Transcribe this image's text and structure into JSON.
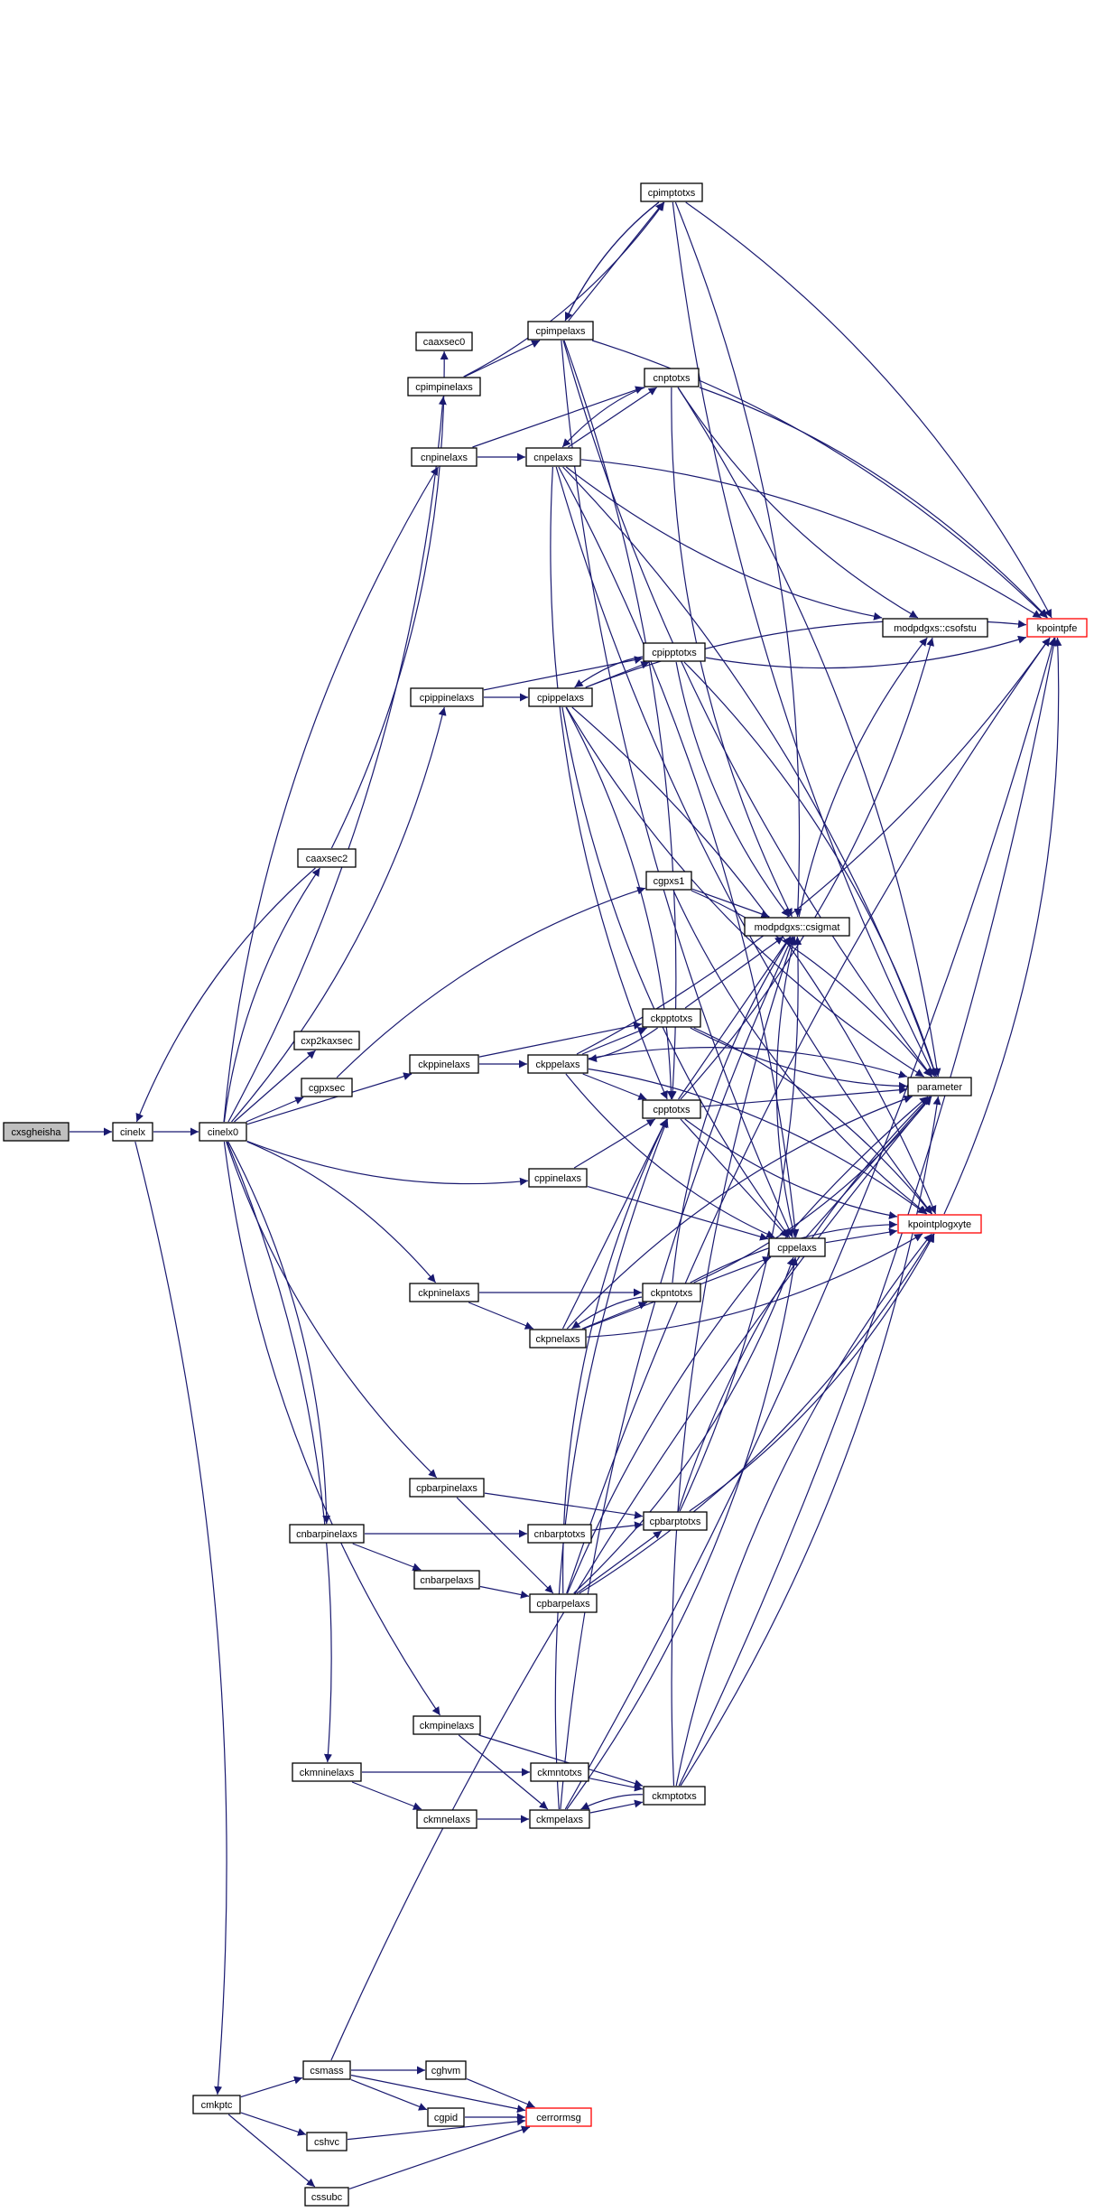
{
  "colors": {
    "edge": "#191970",
    "highlight_fill": "#bfbfbf",
    "red_border": "#ff0000"
  },
  "nodes": [
    {
      "id": "cxsgheisha",
      "label": "cxsgheisha",
      "style": "highlight"
    },
    {
      "id": "cinelx",
      "label": "cinelx"
    },
    {
      "id": "cinelx0",
      "label": "cinelx0"
    },
    {
      "id": "cmkptc",
      "label": "cmkptc"
    },
    {
      "id": "caaxsec2",
      "label": "caaxsec2"
    },
    {
      "id": "caaxsec0",
      "label": "caaxsec0"
    },
    {
      "id": "cpimpinelaxs",
      "label": "cpimpinelaxs"
    },
    {
      "id": "cpimpelaxs",
      "label": "cpimpelaxs"
    },
    {
      "id": "cpimptotxs",
      "label": "cpimptotxs"
    },
    {
      "id": "cnpinelaxs",
      "label": "cnpinelaxs"
    },
    {
      "id": "cnpelaxs",
      "label": "cnpelaxs"
    },
    {
      "id": "cnptotxs",
      "label": "cnptotxs"
    },
    {
      "id": "cpippinelaxs",
      "label": "cpippinelaxs"
    },
    {
      "id": "cpippelaxs",
      "label": "cpippelaxs"
    },
    {
      "id": "cpipptotxs",
      "label": "cpipptotxs"
    },
    {
      "id": "csofstu",
      "label": "modpdgxs::csofstu"
    },
    {
      "id": "kpointpfe",
      "label": "kpointpfe",
      "style": "red"
    },
    {
      "id": "cgpxs1",
      "label": "cgpxs1"
    },
    {
      "id": "csigmat",
      "label": "modpdgxs::csigmat"
    },
    {
      "id": "cxp2kaxsec",
      "label": "cxp2kaxsec"
    },
    {
      "id": "cgpxsec",
      "label": "cgpxsec"
    },
    {
      "id": "ckppinelaxs",
      "label": "ckppinelaxs"
    },
    {
      "id": "ckppelaxs",
      "label": "ckppelaxs"
    },
    {
      "id": "ckpptotxs",
      "label": "ckpptotxs"
    },
    {
      "id": "cpptotxs",
      "label": "cpptotxs"
    },
    {
      "id": "parameter",
      "label": "parameter"
    },
    {
      "id": "cppinelaxs",
      "label": "cppinelaxs"
    },
    {
      "id": "cppelaxs",
      "label": "cppelaxs"
    },
    {
      "id": "kpointplogxyte",
      "label": "kpointplogxyte",
      "style": "red"
    },
    {
      "id": "ckpninelaxs",
      "label": "ckpninelaxs"
    },
    {
      "id": "ckpnelaxs",
      "label": "ckpnelaxs"
    },
    {
      "id": "ckpntotxs",
      "label": "ckpntotxs"
    },
    {
      "id": "cpbarpinelaxs",
      "label": "cpbarpinelaxs"
    },
    {
      "id": "cnbarpinelaxs",
      "label": "cnbarpinelaxs"
    },
    {
      "id": "cnbarptotxs",
      "label": "cnbarptotxs"
    },
    {
      "id": "cpbarptotxs",
      "label": "cpbarptotxs"
    },
    {
      "id": "cnbarpelaxs",
      "label": "cnbarpelaxs"
    },
    {
      "id": "cpbarpelaxs",
      "label": "cpbarpelaxs"
    },
    {
      "id": "ckmpinelaxs",
      "label": "ckmpinelaxs"
    },
    {
      "id": "ckmninelaxs",
      "label": "ckmninelaxs"
    },
    {
      "id": "ckmntotxs",
      "label": "ckmntotxs"
    },
    {
      "id": "ckmptotxs",
      "label": "ckmptotxs"
    },
    {
      "id": "ckmnelaxs",
      "label": "ckmnelaxs"
    },
    {
      "id": "ckmpelaxs",
      "label": "ckmpelaxs"
    },
    {
      "id": "csmass",
      "label": "csmass"
    },
    {
      "id": "cghvm",
      "label": "cghvm"
    },
    {
      "id": "cgpid",
      "label": "cgpid"
    },
    {
      "id": "cerrormsg",
      "label": "cerrormsg",
      "style": "red"
    },
    {
      "id": "cshvc",
      "label": "cshvc"
    },
    {
      "id": "cssubc",
      "label": "cssubc"
    }
  ],
  "edges": [
    [
      "cxsgheisha",
      "cinelx"
    ],
    [
      "cinelx",
      "cinelx0"
    ],
    [
      "cinelx",
      "cmkptc"
    ],
    [
      "caaxsec2",
      "cinelx"
    ],
    [
      "cinelx0",
      "caaxsec2"
    ],
    [
      "cinelx0",
      "cpimpinelaxs"
    ],
    [
      "cinelx0",
      "cnpinelaxs"
    ],
    [
      "cinelx0",
      "cpippinelaxs"
    ],
    [
      "cinelx0",
      "cxp2kaxsec"
    ],
    [
      "cinelx0",
      "cgpxsec"
    ],
    [
      "cinelx0",
      "ckppinelaxs"
    ],
    [
      "cinelx0",
      "cppinelaxs"
    ],
    [
      "cinelx0",
      "ckpninelaxs"
    ],
    [
      "cinelx0",
      "cpbarpinelaxs"
    ],
    [
      "cinelx0",
      "cnbarpinelaxs"
    ],
    [
      "cinelx0",
      "ckmpinelaxs"
    ],
    [
      "cinelx0",
      "ckmninelaxs"
    ],
    [
      "caaxsec2",
      "caaxsec0"
    ],
    [
      "cpimpinelaxs",
      "cpimpelaxs"
    ],
    [
      "cpimpinelaxs",
      "cpimptotxs"
    ],
    [
      "cpimpelaxs",
      "cpimptotxs"
    ],
    [
      "cpimptotxs",
      "cpimpelaxs"
    ],
    [
      "cpimpelaxs",
      "kpointpfe"
    ],
    [
      "cpimpelaxs",
      "parameter"
    ],
    [
      "cpimpelaxs",
      "cpptotxs"
    ],
    [
      "cpimpelaxs",
      "cppelaxs"
    ],
    [
      "cpimptotxs",
      "kpointpfe"
    ],
    [
      "cpimptotxs",
      "parameter"
    ],
    [
      "cpimptotxs",
      "csigmat"
    ],
    [
      "cpimptotxs",
      "cpimpelaxs"
    ],
    [
      "cnpinelaxs",
      "cnpelaxs"
    ],
    [
      "cnpinelaxs",
      "cnptotxs"
    ],
    [
      "cnpelaxs",
      "cnptotxs"
    ],
    [
      "cnptotxs",
      "cnpelaxs"
    ],
    [
      "cnpelaxs",
      "kpointpfe"
    ],
    [
      "cnpelaxs",
      "csofstu"
    ],
    [
      "cnpelaxs",
      "parameter"
    ],
    [
      "cnpelaxs",
      "cpptotxs"
    ],
    [
      "cnpelaxs",
      "cppelaxs"
    ],
    [
      "cnpelaxs",
      "kpointplogxyte"
    ],
    [
      "cnptotxs",
      "kpointpfe"
    ],
    [
      "cnptotxs",
      "csofstu"
    ],
    [
      "cnptotxs",
      "parameter"
    ],
    [
      "cnptotxs",
      "csigmat"
    ],
    [
      "cpippinelaxs",
      "cpippelaxs"
    ],
    [
      "cpippinelaxs",
      "cpipptotxs"
    ],
    [
      "cpippelaxs",
      "cpipptotxs"
    ],
    [
      "cpipptotxs",
      "cpippelaxs"
    ],
    [
      "cpippelaxs",
      "kpointpfe"
    ],
    [
      "cpippelaxs",
      "parameter"
    ],
    [
      "cpippelaxs",
      "cpptotxs"
    ],
    [
      "cpippelaxs",
      "cppelaxs"
    ],
    [
      "cpippelaxs",
      "kpointplogxyte"
    ],
    [
      "cpipptotxs",
      "kpointpfe"
    ],
    [
      "cpipptotxs",
      "parameter"
    ],
    [
      "cpipptotxs",
      "csigmat"
    ],
    [
      "cgpxsec",
      "cgpxs1"
    ],
    [
      "cgpxs1",
      "csigmat"
    ],
    [
      "cgpxs1",
      "parameter"
    ],
    [
      "cgpxs1",
      "kpointplogxyte"
    ],
    [
      "csigmat",
      "csofstu"
    ],
    [
      "ckppinelaxs",
      "ckppelaxs"
    ],
    [
      "ckppinelaxs",
      "ckpptotxs"
    ],
    [
      "ckppelaxs",
      "ckpptotxs"
    ],
    [
      "ckpptotxs",
      "ckppelaxs"
    ],
    [
      "ckppelaxs",
      "cpptotxs"
    ],
    [
      "ckppelaxs",
      "parameter"
    ],
    [
      "ckppelaxs",
      "cppelaxs"
    ],
    [
      "ckppelaxs",
      "kpointplogxyte"
    ],
    [
      "ckppelaxs",
      "kpointpfe"
    ],
    [
      "ckpptotxs",
      "csigmat"
    ],
    [
      "ckpptotxs",
      "parameter"
    ],
    [
      "ckpptotxs",
      "kpointplogxyte"
    ],
    [
      "cpptotxs",
      "csigmat"
    ],
    [
      "cpptotxs",
      "parameter"
    ],
    [
      "cpptotxs",
      "kpointplogxyte"
    ],
    [
      "cpptotxs",
      "cppelaxs"
    ],
    [
      "cpptotxs",
      "csofstu"
    ],
    [
      "cppinelaxs",
      "cpptotxs"
    ],
    [
      "cppinelaxs",
      "cppelaxs"
    ],
    [
      "cppelaxs",
      "parameter"
    ],
    [
      "cppelaxs",
      "kpointplogxyte"
    ],
    [
      "cppelaxs",
      "csigmat"
    ],
    [
      "kpointplogxyte",
      "kpointpfe"
    ],
    [
      "ckpninelaxs",
      "ckpnelaxs"
    ],
    [
      "ckpninelaxs",
      "ckpntotxs"
    ],
    [
      "ckpnelaxs",
      "ckpntotxs"
    ],
    [
      "ckpntotxs",
      "ckpnelaxs"
    ],
    [
      "ckpnelaxs",
      "cpptotxs"
    ],
    [
      "ckpnelaxs",
      "cppelaxs"
    ],
    [
      "ckpnelaxs",
      "parameter"
    ],
    [
      "ckpnelaxs",
      "kpointplogxyte"
    ],
    [
      "ckpntotxs",
      "csigmat"
    ],
    [
      "ckpntotxs",
      "parameter"
    ],
    [
      "ckpntotxs",
      "kpointplogxyte"
    ],
    [
      "cpbarpinelaxs",
      "cpbarptotxs"
    ],
    [
      "cpbarpinelaxs",
      "cpbarpelaxs"
    ],
    [
      "cnbarpinelaxs",
      "cnbarptotxs"
    ],
    [
      "cnbarpinelaxs",
      "cnbarpelaxs"
    ],
    [
      "cnbarptotxs",
      "cpbarptotxs"
    ],
    [
      "cnbarpelaxs",
      "cpbarpelaxs"
    ],
    [
      "cpbarpelaxs",
      "cpbarptotxs"
    ],
    [
      "cpbarpelaxs",
      "cpptotxs"
    ],
    [
      "cpbarpelaxs",
      "cppelaxs"
    ],
    [
      "cpbarpelaxs",
      "parameter"
    ],
    [
      "cpbarpelaxs",
      "kpointplogxyte"
    ],
    [
      "cpbarpelaxs",
      "kpointpfe"
    ],
    [
      "cpbarptotxs",
      "csigmat"
    ],
    [
      "cpbarptotxs",
      "parameter"
    ],
    [
      "cpbarptotxs",
      "kpointplogxyte"
    ],
    [
      "ckmpinelaxs",
      "ckmptotxs"
    ],
    [
      "ckmpinelaxs",
      "ckmpelaxs"
    ],
    [
      "ckmninelaxs",
      "ckmntotxs"
    ],
    [
      "ckmninelaxs",
      "ckmnelaxs"
    ],
    [
      "ckmntotxs",
      "ckmptotxs"
    ],
    [
      "ckmnelaxs",
      "ckmpelaxs"
    ],
    [
      "ckmpelaxs",
      "ckmptotxs"
    ],
    [
      "ckmptotxs",
      "ckmpelaxs"
    ],
    [
      "ckmpelaxs",
      "cpptotxs"
    ],
    [
      "ckmpelaxs",
      "cppelaxs"
    ],
    [
      "ckmpelaxs",
      "csigmat"
    ],
    [
      "ckmpelaxs",
      "kpointpfe"
    ],
    [
      "ckmptotxs",
      "csigmat"
    ],
    [
      "ckmptotxs",
      "parameter"
    ],
    [
      "ckmptotxs",
      "kpointplogxyte"
    ],
    [
      "ckmptotxs",
      "kpointpfe"
    ],
    [
      "cmkptc",
      "csmass"
    ],
    [
      "cmkptc",
      "cshvc"
    ],
    [
      "cmkptc",
      "cssubc"
    ],
    [
      "csmass",
      "cghvm"
    ],
    [
      "csmass",
      "cgpid"
    ],
    [
      "csmass",
      "cerrormsg"
    ],
    [
      "csmass",
      "parameter"
    ],
    [
      "cghvm",
      "cerrormsg"
    ],
    [
      "cgpid",
      "cerrormsg"
    ],
    [
      "cshvc",
      "cerrormsg"
    ],
    [
      "cssubc",
      "cerrormsg"
    ]
  ]
}
